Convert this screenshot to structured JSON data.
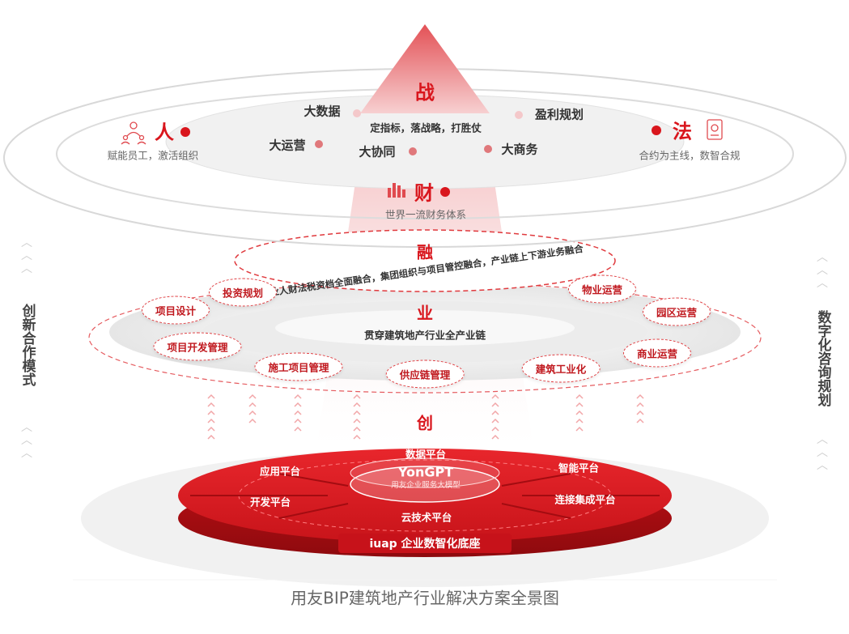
{
  "strategy": {
    "title": "战",
    "subtitle": "定指标，落战略，打胜仗",
    "nodes": {
      "big_data": "大数据",
      "profit_planning": "盈利规划",
      "big_operations": "大运营",
      "big_collaboration": "大协同",
      "big_business": "大商务"
    },
    "people": {
      "title": "人",
      "desc": "赋能员工，激活组织"
    },
    "law": {
      "title": "法",
      "desc": "合约为主线，数智合规"
    },
    "finance": {
      "title": "财",
      "desc": "世界一流财务体系"
    }
  },
  "integration": {
    "title": "融",
    "desc": "业人财法税资档全面融合，集团组织与项目管控融合，产业链上下游业务融合"
  },
  "business": {
    "title": "业",
    "desc": "贯穿建筑地产行业全产业链",
    "items": {
      "investment_planning": "投资规划",
      "project_design": "项目设计",
      "project_dev_mgmt": "项目开发管理",
      "construction_mgmt": "施工项目管理",
      "supply_chain_mgmt": "供应链管理",
      "building_industrialization": "建筑工业化",
      "commercial_operations": "商业运营",
      "park_operations": "园区运营",
      "property_operations": "物业运营"
    }
  },
  "innovation": {
    "title": "创",
    "core_title": "YonGPT",
    "core_subtitle": "用友企业服务大模型",
    "platforms": {
      "data": "数据平台",
      "intelligent": "智能平台",
      "application": "应用平台",
      "development": "开发平台",
      "connect": "连接集成平台",
      "cloud_tech": "云技术平台"
    },
    "base": "iuap 企业数智化底座"
  },
  "side_left": "创新合作模式",
  "side_right": "数字化咨询规划",
  "caption": "用友BIP建筑地产行业解决方案全景图",
  "colors": {
    "brand_red": "#d9161d",
    "light_gray": "#eeeeee",
    "text_dark": "#333333"
  }
}
